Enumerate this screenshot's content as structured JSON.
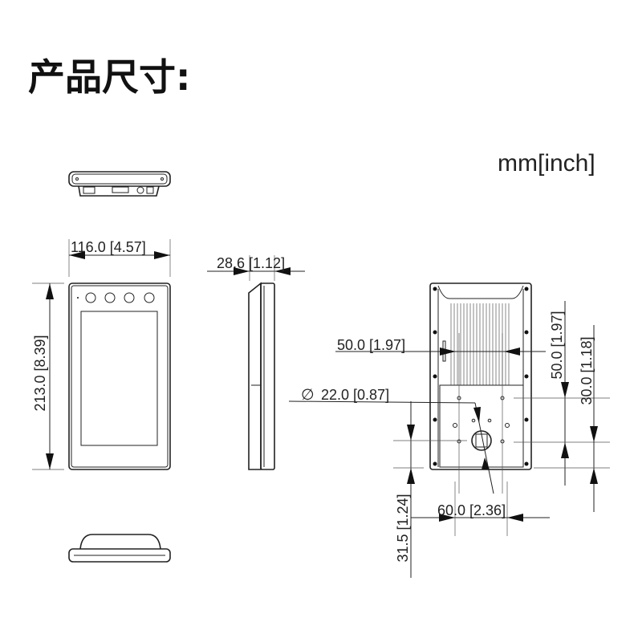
{
  "title": "产品尺寸:",
  "units": "mm[inch]",
  "dimensions": {
    "width": "116.0  [4.57]",
    "height": "213.0  [8.39]",
    "depth": "28.6  [1.12]",
    "hole_spacing_horizontal": "50.0  [1.97]",
    "hole_diameter": "22.0  [0.87]",
    "diameter_symbol": "∅",
    "bottom_hole_spacing": "60.0  [2.36]",
    "bottom_offset": "31.5  [1.24]",
    "vertical_spacing": "50.0  [1.97]",
    "vertical_offset": "30.0  [1.18]"
  }
}
